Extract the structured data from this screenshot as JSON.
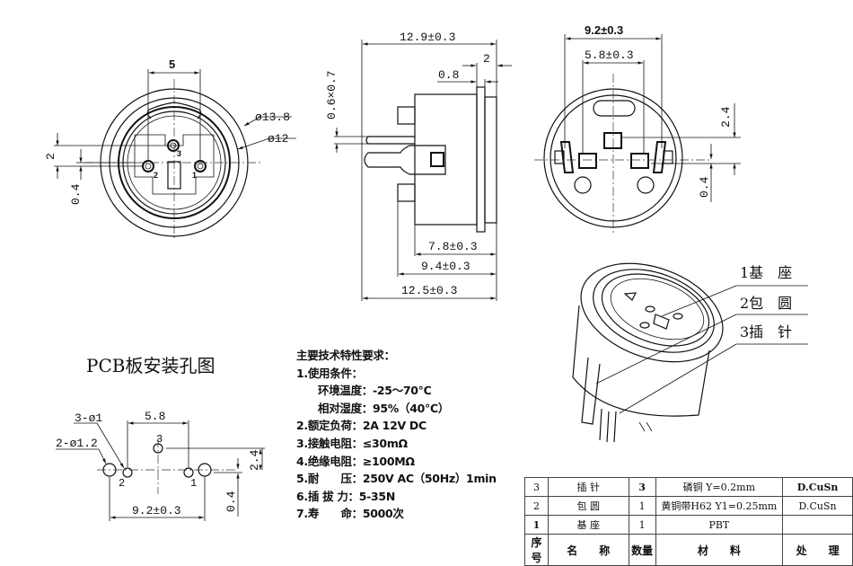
{
  "front_view": {
    "pitch": "5",
    "outer_diameter": "ø13.8",
    "inner_diameter": "ø12",
    "offset_v": "2",
    "offset_small": "0.4",
    "pin_labels": [
      "1",
      "2",
      "3"
    ]
  },
  "side_view": {
    "overall_length": "12.9±0.3",
    "flange": "2",
    "flange_thin": "0.8",
    "pin_size": "0.6×0.7",
    "body_depth": "7.8±0.3",
    "lug_depth": "9.4±0.3",
    "pin_depth": "12.5±0.3"
  },
  "rear_view": {
    "lug_span": "9.2±0.3",
    "pin_span": "5.8±0.3",
    "offset_v": "2.4",
    "offset_small": "0.4"
  },
  "exploded": {
    "parts": [
      "1基　座",
      "2包　圆",
      "3插　针"
    ]
  },
  "pcb": {
    "title": "PCB板安装孔图",
    "hole_small": "3-ø1",
    "hole_large": "2-ø1.2",
    "pin_span": "5.8",
    "lug_span": "9.2±0.3",
    "offset_v": "2.4",
    "offset_small": "0.4",
    "pin_labels": [
      "1",
      "2",
      "3"
    ]
  },
  "specs": {
    "heading": "主要技术特性要求：",
    "items": [
      "1.使用条件：",
      "环境温度：-25～70℃",
      "相对湿度：95%（40℃）",
      "2.额定负荷：2A 12V DC",
      "3.接触电阻：≤30mΩ",
      "4.绝缘电阻：≥100MΩ",
      "5.耐　　压：250V AC（50Hz）1min",
      "6.插 拔 力：5-35N",
      "7.寿　　命：5000次"
    ]
  },
  "bom": {
    "rows": [
      {
        "no": "3",
        "name": "插 针",
        "qty": "3",
        "material": "磷铜 Y=0.2mm",
        "finish": "D.CuSn"
      },
      {
        "no": "2",
        "name": "包 圆",
        "qty": "1",
        "material": "黄铜带H62 Y1=0.25mm",
        "finish": "D.CuSn"
      },
      {
        "no": "1",
        "name": "基 座",
        "qty": "1",
        "material": "PBT",
        "finish": ""
      }
    ],
    "header": {
      "no": "序号",
      "name": "名　　称",
      "qty": "数量",
      "material": "材　　料",
      "finish": "处　　理"
    }
  }
}
